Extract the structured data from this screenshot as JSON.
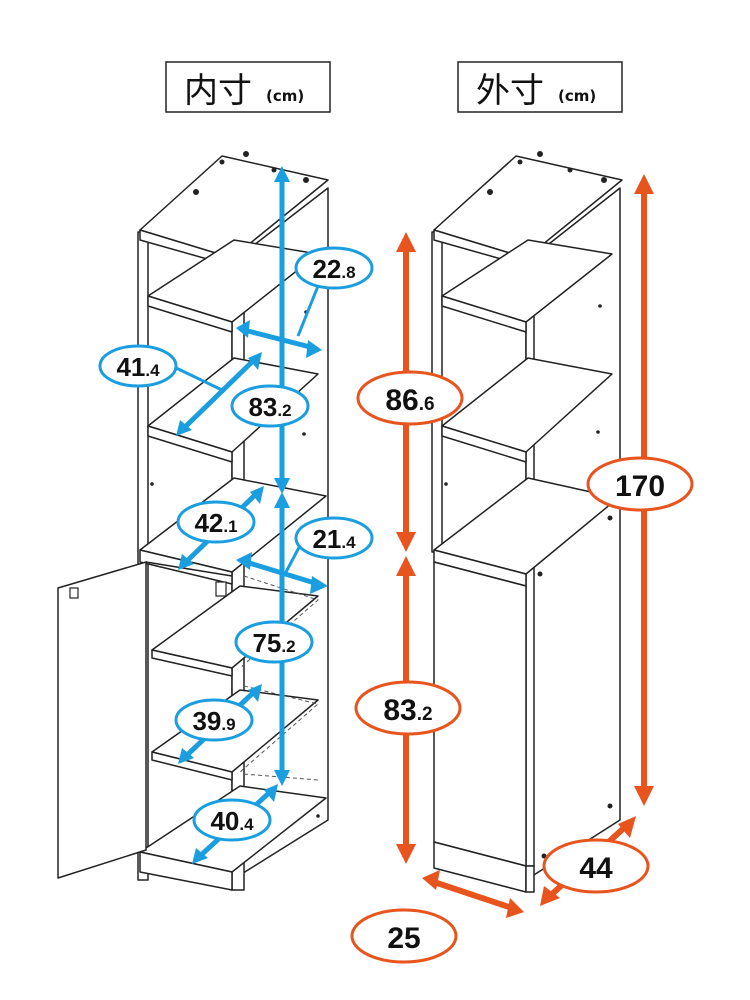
{
  "inner": {
    "title_main": "内寸",
    "title_unit": "(cm)",
    "dims": [
      {
        "id": "upper-shelf-depth",
        "int": "22",
        "dec": ".8"
      },
      {
        "id": "upper-shelf-width",
        "int": "41",
        "dec": ".4"
      },
      {
        "id": "upper-height",
        "int": "83",
        "dec": ".2"
      },
      {
        "id": "lower-width",
        "int": "42",
        "dec": ".1"
      },
      {
        "id": "lower-depth",
        "int": "21",
        "dec": ".4"
      },
      {
        "id": "lower-height",
        "int": "75",
        "dec": ".2"
      },
      {
        "id": "lower-shelf-width",
        "int": "39",
        "dec": ".9"
      },
      {
        "id": "bottom-width",
        "int": "40",
        "dec": ".4"
      }
    ]
  },
  "outer": {
    "title_main": "外寸",
    "title_unit": "(cm)",
    "dims": [
      {
        "id": "upper-height",
        "int": "86",
        "dec": ".6"
      },
      {
        "id": "total-height",
        "int": "170",
        "dec": ""
      },
      {
        "id": "lower-height",
        "int": "83",
        "dec": ".2"
      },
      {
        "id": "width",
        "int": "44",
        "dec": ""
      },
      {
        "id": "depth",
        "int": "25",
        "dec": ""
      }
    ]
  },
  "colors": {
    "inner_accent": "#1a9ee0",
    "outer_accent": "#e8541e"
  }
}
